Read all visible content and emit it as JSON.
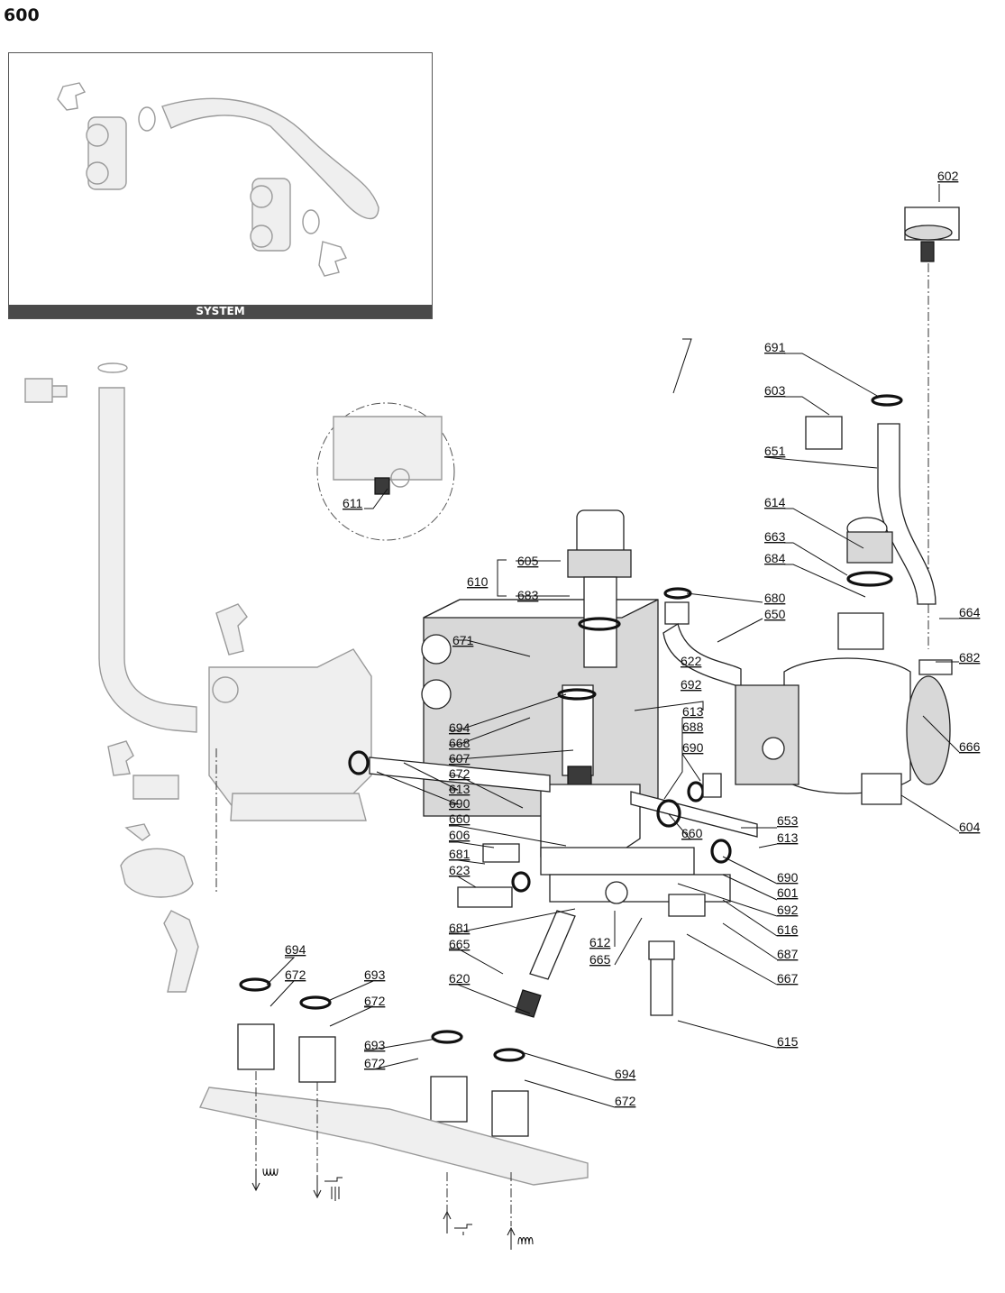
{
  "page": {
    "title": "600"
  },
  "system_inset": {
    "label": "SYSTEM"
  },
  "callouts": [
    {
      "id": "602",
      "text": "602"
    },
    {
      "id": "691",
      "text": "691"
    },
    {
      "id": "603",
      "text": "603"
    },
    {
      "id": "651",
      "text": "651"
    },
    {
      "id": "614",
      "text": "614"
    },
    {
      "id": "663",
      "text": "663"
    },
    {
      "id": "684",
      "text": "684"
    },
    {
      "id": "680",
      "text": "680"
    },
    {
      "id": "650",
      "text": "650"
    },
    {
      "id": "664",
      "text": "664"
    },
    {
      "id": "682",
      "text": "682"
    },
    {
      "id": "666",
      "text": "666"
    },
    {
      "id": "604",
      "text": "604"
    },
    {
      "id": "611",
      "text": "611"
    },
    {
      "id": "605",
      "text": "605"
    },
    {
      "id": "610",
      "text": "610"
    },
    {
      "id": "683",
      "text": "683"
    },
    {
      "id": "671",
      "text": "671"
    },
    {
      "id": "622",
      "text": "622"
    },
    {
      "id": "692a",
      "text": "692"
    },
    {
      "id": "694a",
      "text": "694"
    },
    {
      "id": "668",
      "text": "668"
    },
    {
      "id": "607",
      "text": "607"
    },
    {
      "id": "672a",
      "text": "672"
    },
    {
      "id": "613a",
      "text": "613"
    },
    {
      "id": "690a",
      "text": "690"
    },
    {
      "id": "613b",
      "text": "613"
    },
    {
      "id": "688",
      "text": "688"
    },
    {
      "id": "690b",
      "text": "690"
    },
    {
      "id": "660a",
      "text": "660"
    },
    {
      "id": "606",
      "text": "606"
    },
    {
      "id": "660b",
      "text": "660"
    },
    {
      "id": "653",
      "text": "653"
    },
    {
      "id": "613c",
      "text": "613"
    },
    {
      "id": "681a",
      "text": "681"
    },
    {
      "id": "623",
      "text": "623"
    },
    {
      "id": "690c",
      "text": "690"
    },
    {
      "id": "601",
      "text": "601"
    },
    {
      "id": "692b",
      "text": "692"
    },
    {
      "id": "616",
      "text": "616"
    },
    {
      "id": "681b",
      "text": "681"
    },
    {
      "id": "612",
      "text": "612"
    },
    {
      "id": "665a",
      "text": "665"
    },
    {
      "id": "665b",
      "text": "665"
    },
    {
      "id": "687",
      "text": "687"
    },
    {
      "id": "667",
      "text": "667"
    },
    {
      "id": "694b",
      "text": "694"
    },
    {
      "id": "672b",
      "text": "672"
    },
    {
      "id": "693a",
      "text": "693"
    },
    {
      "id": "672c",
      "text": "672"
    },
    {
      "id": "620",
      "text": "620"
    },
    {
      "id": "615",
      "text": "615"
    },
    {
      "id": "693b",
      "text": "693"
    },
    {
      "id": "672d",
      "text": "672"
    },
    {
      "id": "694c",
      "text": "694"
    },
    {
      "id": "672e",
      "text": "672"
    }
  ]
}
